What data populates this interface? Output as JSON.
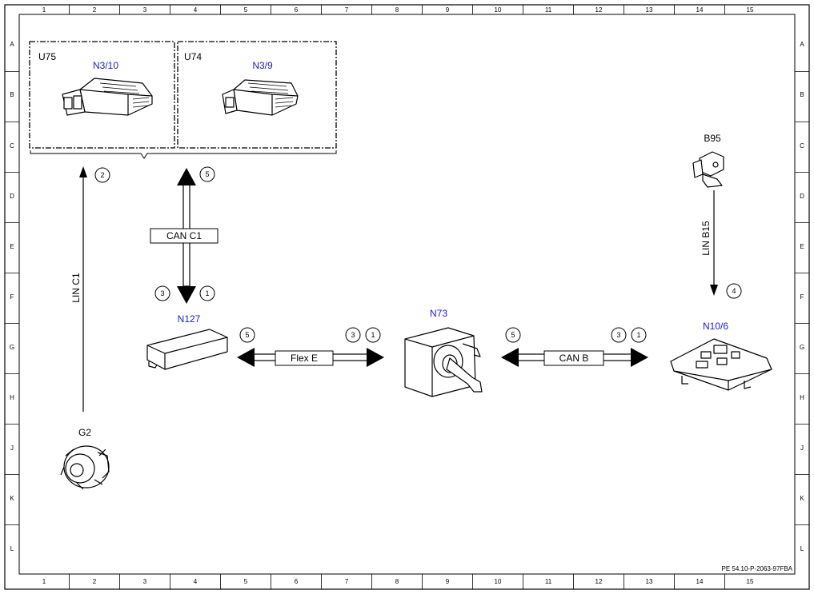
{
  "grid": {
    "columns": [
      "1",
      "2",
      "3",
      "4",
      "5",
      "6",
      "7",
      "8",
      "9",
      "10",
      "11",
      "12",
      "13",
      "14",
      "15"
    ],
    "rows": [
      "A",
      "B",
      "C",
      "D",
      "E",
      "F",
      "G",
      "H",
      "J",
      "K",
      "L"
    ]
  },
  "groups": [
    {
      "label": "U75",
      "component": "N3/10"
    },
    {
      "label": "U74",
      "component": "N3/9"
    }
  ],
  "components": {
    "n127": "N127",
    "n73": "N73",
    "n10_6": "N10/6",
    "b95": "B95",
    "g2": "G2"
  },
  "buses": {
    "lin_c1": "LIN C1",
    "can_c1": "CAN C1",
    "flex_e": "Flex E",
    "can_b": "CAN B",
    "lin_b15": "LIN B15"
  },
  "markers": {
    "lin_c1_top": "2",
    "can_c1_top": "5",
    "can_c1_left": "3",
    "can_c1_right": "1",
    "flex_left": "5",
    "flex_right_a": "3",
    "flex_right_b": "1",
    "canb_left": "5",
    "canb_right_a": "3",
    "canb_right_b": "1",
    "lin_b15_bottom": "4"
  },
  "reference": "PE 54.10-P-2063-97FBA",
  "colors": {
    "component_label": "#1a1ad6",
    "line": "#000000"
  }
}
